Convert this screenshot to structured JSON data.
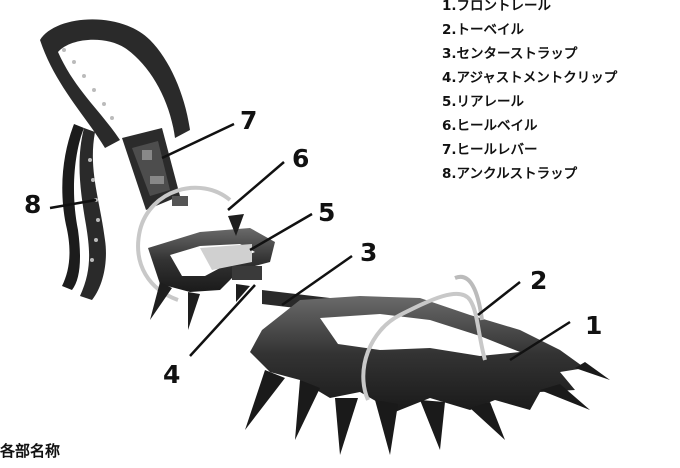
{
  "legend": {
    "items": [
      "1.フロントレール",
      "2.トーベイル",
      "3.センターストラップ",
      "4.アジャストメントクリップ",
      "5.リアレール",
      "6.ヒールベイル",
      "7.ヒールレバー",
      "8.アンクルストラップ"
    ]
  },
  "callouts": [
    "1",
    "2",
    "3",
    "4",
    "5",
    "6",
    "7",
    "8"
  ],
  "caption": "各部名称"
}
